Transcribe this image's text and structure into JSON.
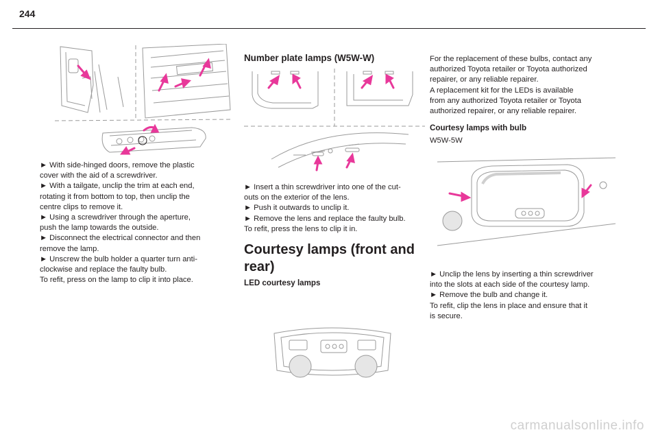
{
  "page": {
    "number": "244"
  },
  "col1": {
    "lines": [
      "► With side-hinged doors, remove the plastic",
      "cover with the aid of a screwdriver.",
      "► With a tailgate, unclip the trim at each end,",
      "rotating it from bottom to top, then unclip the",
      "centre clips to remove it.",
      "► Using a screwdriver through the aperture,",
      "push the lamp towards the outside.",
      "► Disconnect the electrical connector and then",
      "remove the lamp.",
      "► Unscrew the bulb holder a quarter turn anti-",
      "clockwise and replace the faulty bulb.",
      "To refit, press on the lamp to clip it into place."
    ]
  },
  "col2": {
    "heading": "Number plate lamps (W5W-W)",
    "lines": [
      "► Insert a thin screwdriver into one of the cut-",
      "outs on the exterior of the lens.",
      "► Push it outwards to unclip it.",
      "► Remove the lens and replace the faulty bulb.",
      "To refit, press the lens to clip it in."
    ],
    "section_title_line1": "Courtesy lamps (front and",
    "section_title_line2": "rear)",
    "subheading": "LED courtesy lamps"
  },
  "col3": {
    "intro_lines": [
      "For the replacement of these bulbs, contact any",
      "authorized Toyota retailer or Toyota authorized",
      "repairer, or any reliable repairer.",
      "A replacement kit for the LEDs is available",
      "from any authorized Toyota retailer or Toyota",
      "authorized repairer, or any reliable repairer."
    ],
    "subheading": "Courtesy lamps with bulb",
    "bulb_type": "W5W-5W",
    "lines": [
      "► Unclip the lens by inserting a thin screwdriver",
      "into the slots at each side of the courtesy lamp.",
      "► Remove the bulb and change it.",
      "To refit, clip the lens in place and ensure that it",
      "is secure."
    ]
  },
  "watermark": "carmanualsonline.info",
  "colors": {
    "arrow": "#e8389a",
    "line_art": "#9a9a9a",
    "text": "#231f20"
  }
}
